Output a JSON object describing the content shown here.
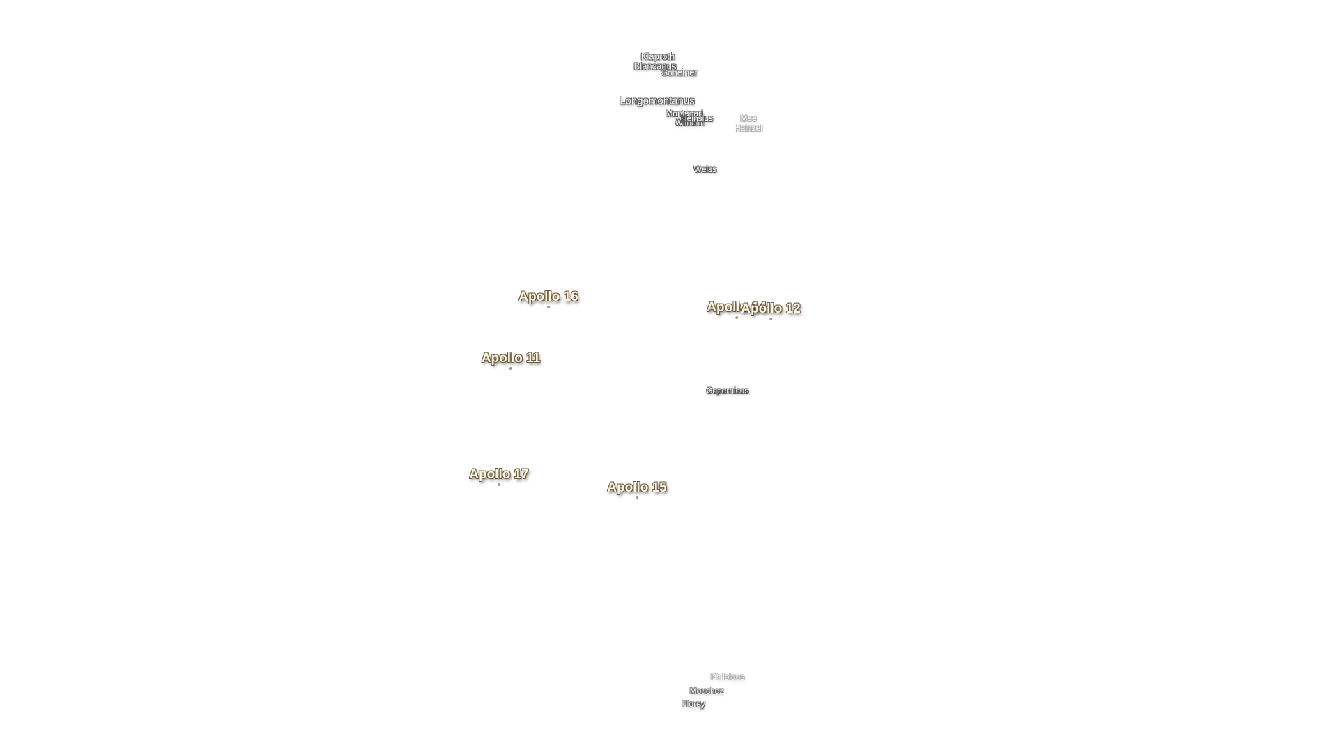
{
  "map": {
    "colors": {
      "background": "#ffffff",
      "crater_label": "#ffffff",
      "crater_outline": "#555555",
      "apollo_label": "#fdf6e3",
      "apollo_outline": "#6a5a3c"
    },
    "craters": [
      {
        "name": "Klaproth"
      },
      {
        "name": "Blancanus"
      },
      {
        "name": "Scheiner"
      },
      {
        "name": "Longomontanus"
      },
      {
        "name": "Montanari"
      },
      {
        "name": "Wilhelm"
      },
      {
        "name": "Heinsius"
      },
      {
        "name": "Mee"
      },
      {
        "name": "Hainzel"
      },
      {
        "name": "Weiss"
      },
      {
        "name": "Copernicus"
      },
      {
        "name": "Philolaus"
      },
      {
        "name": "Mouchez"
      },
      {
        "name": "Florey"
      }
    ],
    "landing_sites": [
      {
        "name": "Apollo 16"
      },
      {
        "name": "Apollo 14"
      },
      {
        "name": "Apollo 12"
      },
      {
        "name": "Apollo 11"
      },
      {
        "name": "Apollo 17"
      },
      {
        "name": "Apollo 15"
      }
    ]
  }
}
